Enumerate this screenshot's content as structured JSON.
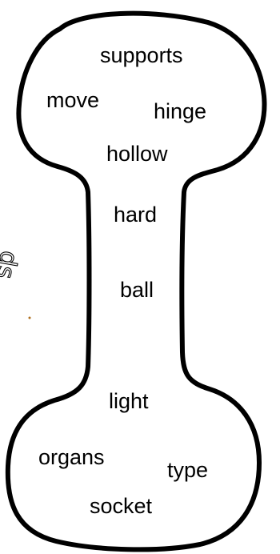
{
  "diagram": {
    "words": {
      "supports": "supports",
      "move": "move",
      "hinge": "hinge",
      "hollow": "hollow",
      "hard": "hard",
      "ball": "ball",
      "light": "light",
      "organs": "organs",
      "type": "type",
      "socket": "socket"
    },
    "side_fragment": "ds"
  },
  "colors": {
    "outline": "#000000",
    "text": "#000000",
    "background": "#ffffff"
  }
}
